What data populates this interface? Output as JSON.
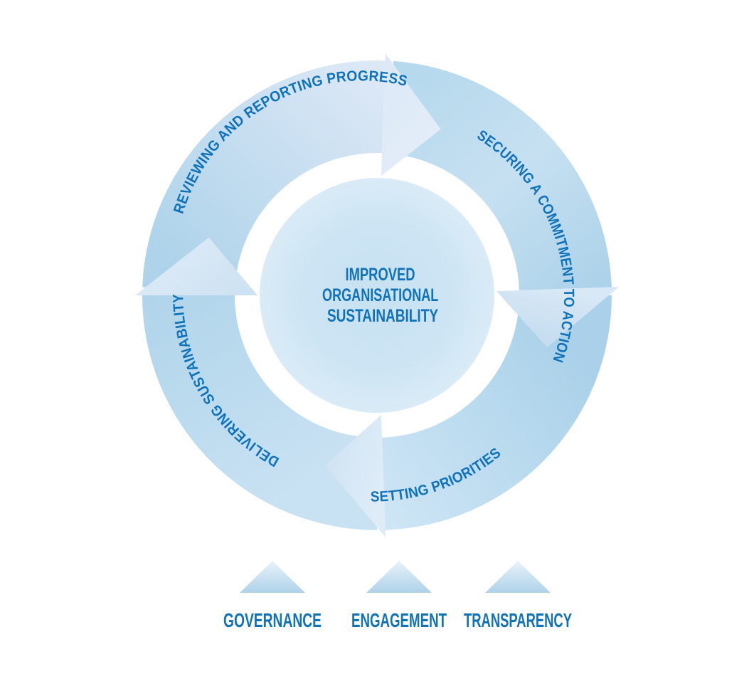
{
  "diagram": {
    "center_label": {
      "lines": [
        "IMPROVED",
        "ORGANISATIONAL",
        "SUSTAINABILITY"
      ]
    },
    "cycle_steps": [
      {
        "label": "REVIEWING AND REPORTING PROGRESS",
        "position": "top-left"
      },
      {
        "label": "SECURING A COMMITMENT TO ACTION",
        "position": "right"
      },
      {
        "label": "SETTING PRIORITIES",
        "position": "bottom-right"
      },
      {
        "label": "DELIVERING SUSTAINABILITY",
        "position": "left"
      }
    ],
    "foundations": [
      {
        "label": "GOVERNANCE"
      },
      {
        "label": "ENGAGEMENT"
      },
      {
        "label": "TRANSPARENCY"
      }
    ],
    "colors": {
      "label_blue": "#1072b8",
      "band_dark_blue": "#aad1e9",
      "band_light_blue": "#dde9f7",
      "circle_center": "#c8e2f2",
      "circle_rim": "#daebf7",
      "triangle_top": "#e9f2fa",
      "triangle_bottom": "#aed2e9",
      "background": "#ffffff"
    }
  }
}
